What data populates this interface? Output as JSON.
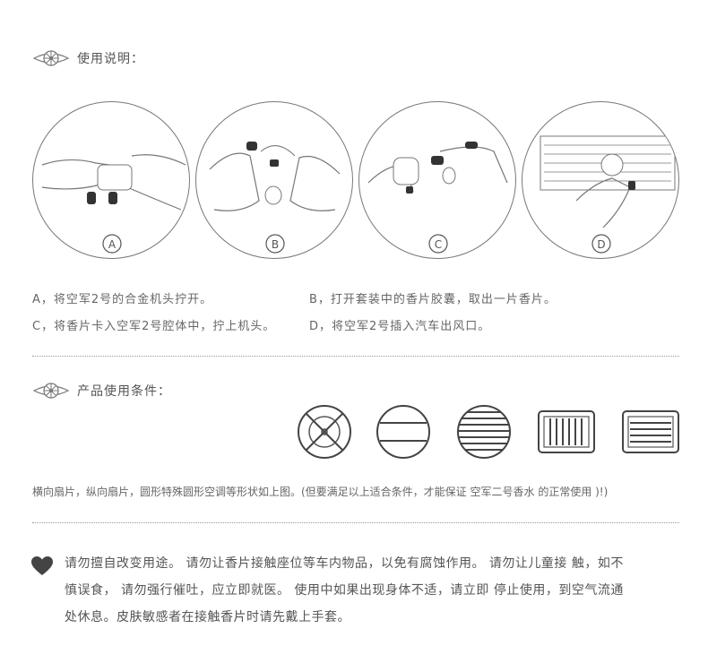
{
  "usage": {
    "title": "使用说明：",
    "steps": [
      {
        "label": "A"
      },
      {
        "label": "B"
      },
      {
        "label": "C"
      },
      {
        "label": "D"
      }
    ],
    "instructions": {
      "a": "A，将空军2号的合金机头拧开。",
      "b": "B，打开套装中的香片胶囊，取出一片香片。",
      "c": "C，将香片卡入空军2号腔体中，拧上机头。",
      "d": "D，将空军2号插入汽车出风口。"
    }
  },
  "conditions": {
    "title": "产品使用条件：",
    "vents": [
      "cross-round-vent-icon",
      "horizontal-round-vent-icon",
      "striped-round-vent-icon",
      "vertical-rect-vent-icon",
      "horizontal-rect-vent-icon"
    ],
    "note": "横向扇片，纵向扇片，圆形特殊圆形空调等形状如上图。(但要满足以上适合条件，才能保证 空军二号香水 的正常使用 )!)"
  },
  "warning": {
    "icon": "heart-icon",
    "line1": "请勿擅自改变用途。 请勿让香片接触座位等车内物品，以免有腐蚀作用。 请勿让儿童接 触，如不",
    "line2": "慎误食， 请勿强行催吐，应立即就医。 使用中如果出现身体不适，请立即 停止使用，到空气流通",
    "line3": "处休息。皮肤敏感者在接触香片时请先戴上手套。"
  },
  "colors": {
    "line": "#777777",
    "text": "#555555",
    "heart": "#444444"
  }
}
